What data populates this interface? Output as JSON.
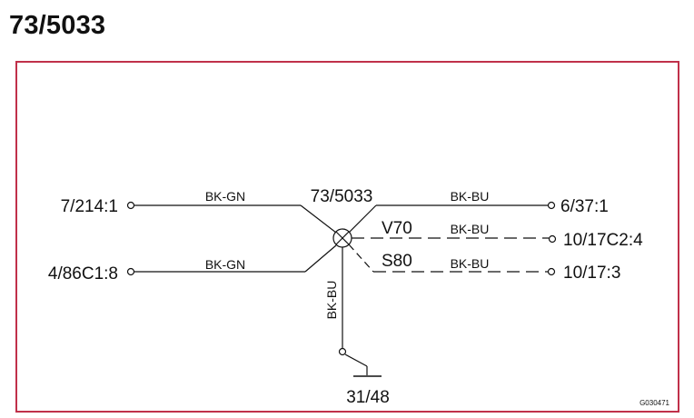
{
  "title": "73/5033",
  "splice_label": "73/5033",
  "ground_terminal": "31/48",
  "drawing_ref": "G030471",
  "frame_color": "#c0304a",
  "left_terminals": [
    {
      "label": "7/214:1",
      "wire": "BK-GN"
    },
    {
      "label": "4/86C1:8",
      "wire": "BK-GN"
    }
  ],
  "right_terminals": [
    {
      "label": "6/37:1",
      "wire": "BK-BU",
      "variant": "",
      "dashed": false
    },
    {
      "label": "10/17C2:4",
      "wire": "BK-BU",
      "variant": "V70",
      "dashed": true
    },
    {
      "label": "10/17:3",
      "wire": "BK-BU",
      "variant": "S80",
      "dashed": true
    }
  ],
  "ground_wire": "BK-BU"
}
